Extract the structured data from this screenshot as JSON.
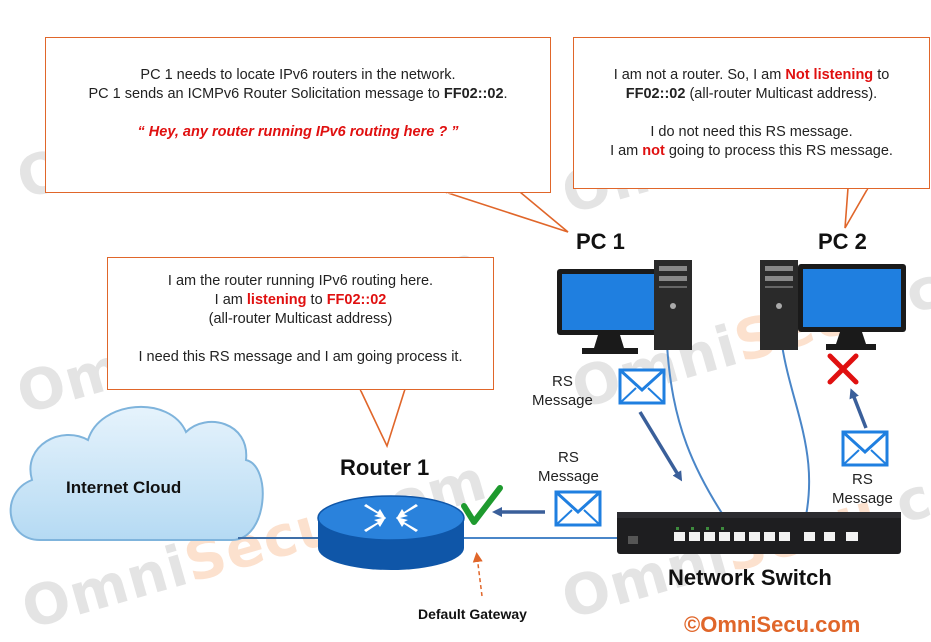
{
  "watermark": {
    "prefix": "Omni",
    "middle": "Secu",
    "suffix": ".com"
  },
  "bubble_pc1": {
    "line1": "PC 1 needs to locate IPv6 routers in the network.",
    "line2_pre": "PC 1 sends an ICMPv6 Router Solicitation message to ",
    "line2_addr": "FF02::02",
    "line2_post": ".",
    "quote": "“ Hey, any router running IPv6 routing here ? ”"
  },
  "bubble_pc2": {
    "line1_pre": "I am not a router.  So, I am ",
    "line1_red": "Not listening",
    "line1_post": " to",
    "line2_addr": "FF02::02",
    "line2_post": "  (all-router Multicast address).",
    "line3": "I do not need this RS message.",
    "line4_pre": "I am ",
    "line4_red": "not",
    "line4_post": " going to process this RS message."
  },
  "bubble_router": {
    "line1": "I am the router running IPv6 routing here.",
    "line2_pre": "I am ",
    "line2_red": "listening",
    "line2_mid": " to ",
    "line2_addr": "FF02::02",
    "line3": "(all-router Multicast address)",
    "line4": "I need this RS message and I am going process it."
  },
  "labels": {
    "pc1": "PC 1",
    "pc2": "PC 2",
    "router": "Router 1",
    "switch": "Network Switch",
    "cloud": "Internet Cloud",
    "default_gateway": "Default Gateway",
    "copyright": "©OmniSecu.com"
  },
  "messages": {
    "rs_pc1": [
      "RS",
      "Message"
    ],
    "rs_router": [
      "RS",
      "Message"
    ],
    "rs_pc2": [
      "RS",
      "Message"
    ]
  },
  "colors": {
    "bubble_border": "#e0662a",
    "red_text": "#e01010",
    "arrow_blue": "#3a5f9a",
    "cable_blue": "#4a86c8",
    "check_green": "#1e9a2e",
    "cross_red": "#e01010",
    "router_blue": "#1a6fcf",
    "cloud_blue": "#a8d2f0",
    "monitor_blue": "#1f7fe0"
  },
  "icons": [
    "cloud-icon",
    "router-icon",
    "switch-icon",
    "pc1-icon",
    "pc2-icon",
    "envelope-icon",
    "check-icon",
    "cross-icon"
  ]
}
